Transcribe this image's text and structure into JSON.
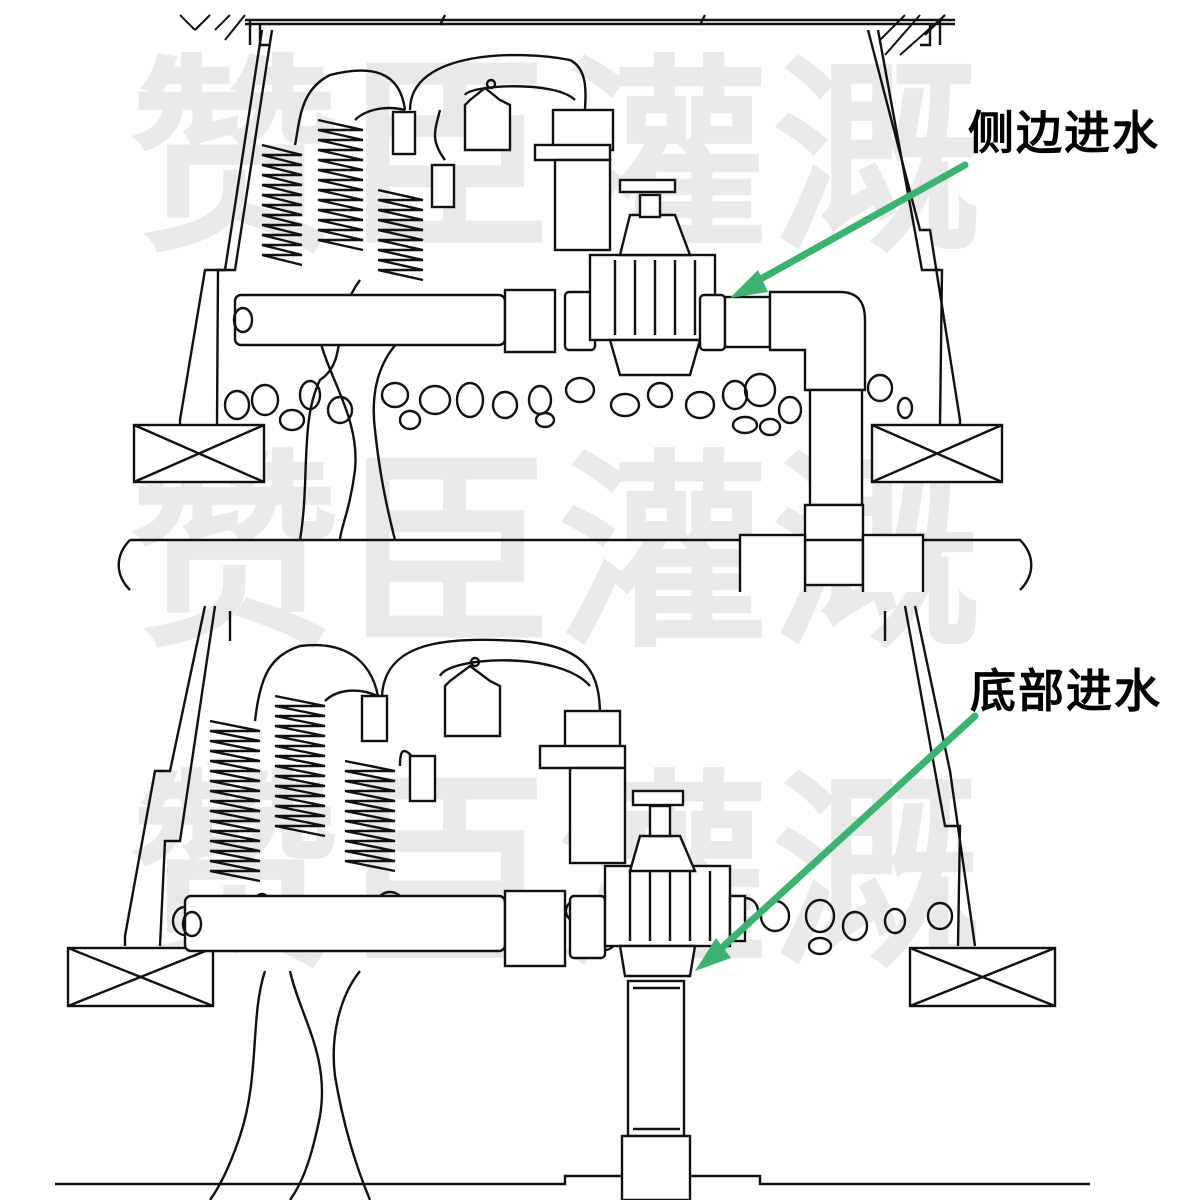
{
  "watermark": {
    "text": "赞臣灌溉",
    "color": "#e9e9e9"
  },
  "panels": [
    {
      "id": "side-inlet",
      "label": "侧边进水",
      "description": "Valve box with side water inlet via elbow fitting",
      "arrow_color": "#3cb371"
    },
    {
      "id": "bottom-inlet",
      "label": "底部进水",
      "description": "Valve box with bottom water inlet via vertical riser",
      "arrow_color": "#3cb371"
    }
  ],
  "colors": {
    "line": "#111111",
    "arrow": "#3cb371",
    "background": "#ffffff"
  }
}
